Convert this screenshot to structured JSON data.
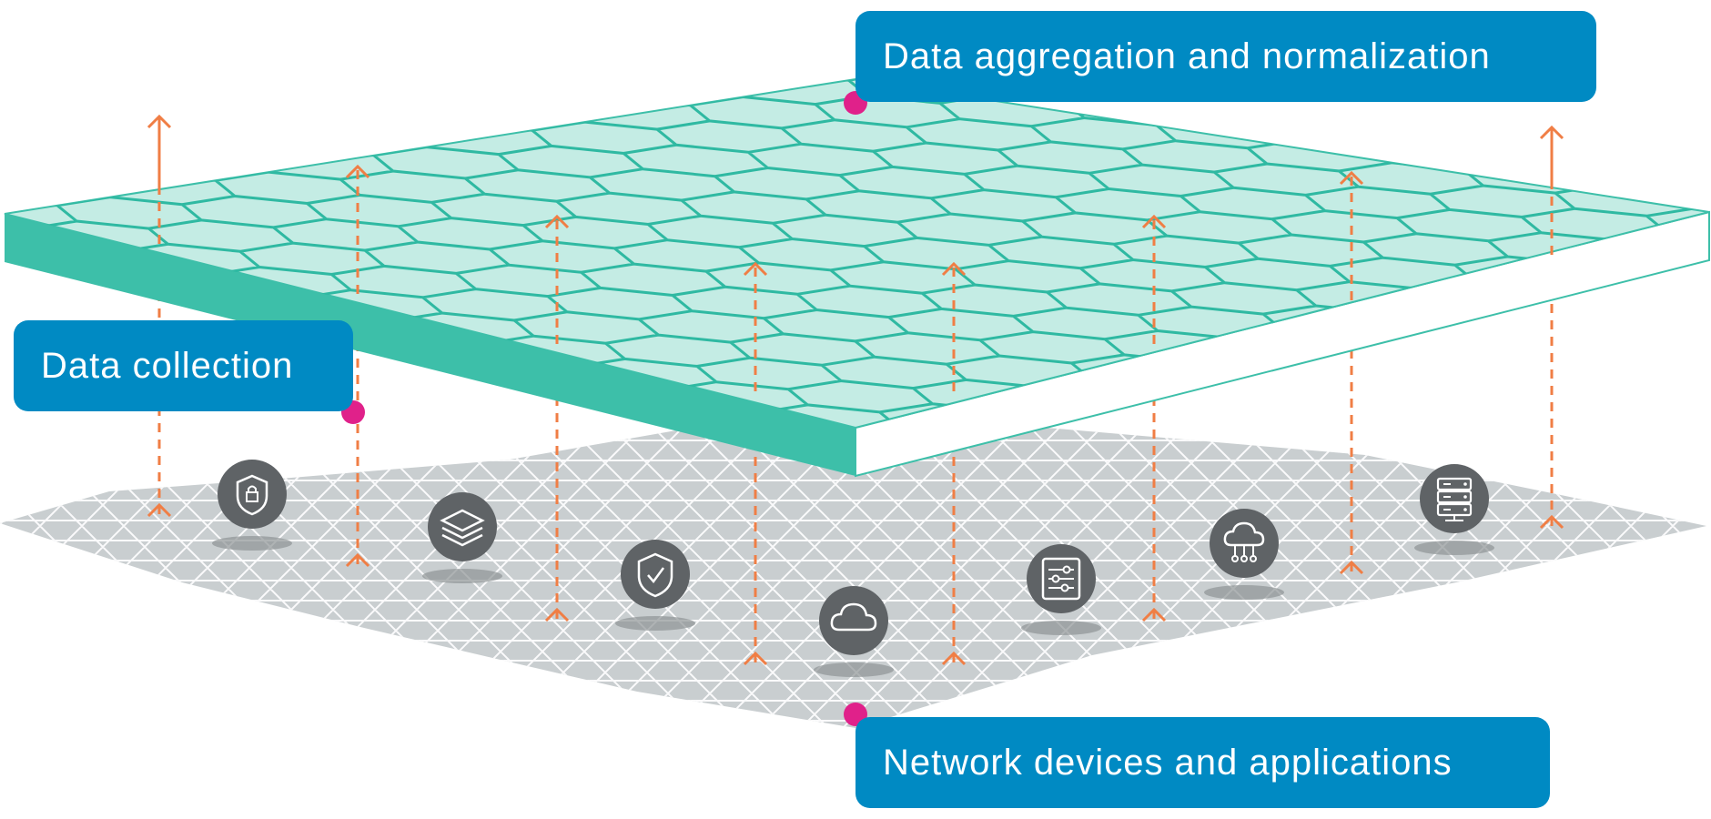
{
  "labels": {
    "aggregation": "Data aggregation and normalization",
    "collection": "Data collection",
    "devices": "Network devices and applications"
  },
  "colors": {
    "callout_bg": "#008ac3",
    "callout_text": "#ffffff",
    "connector_dot": "#e0218a",
    "arrow": "#f07e45",
    "platform_top": "#c4ece4",
    "platform_side": "#3dbfa9",
    "hex_lines": "#2fb9a2",
    "mesh_fill": "#c9ced0",
    "mesh_lines": "#ffffff",
    "icon_bg": "#5f6366"
  },
  "device_icons": [
    "lock-shield-icon",
    "layers-icon",
    "shield-check-icon",
    "cloud-icon",
    "sliders-panel-icon",
    "cloud-network-icon",
    "server-stack-icon"
  ]
}
